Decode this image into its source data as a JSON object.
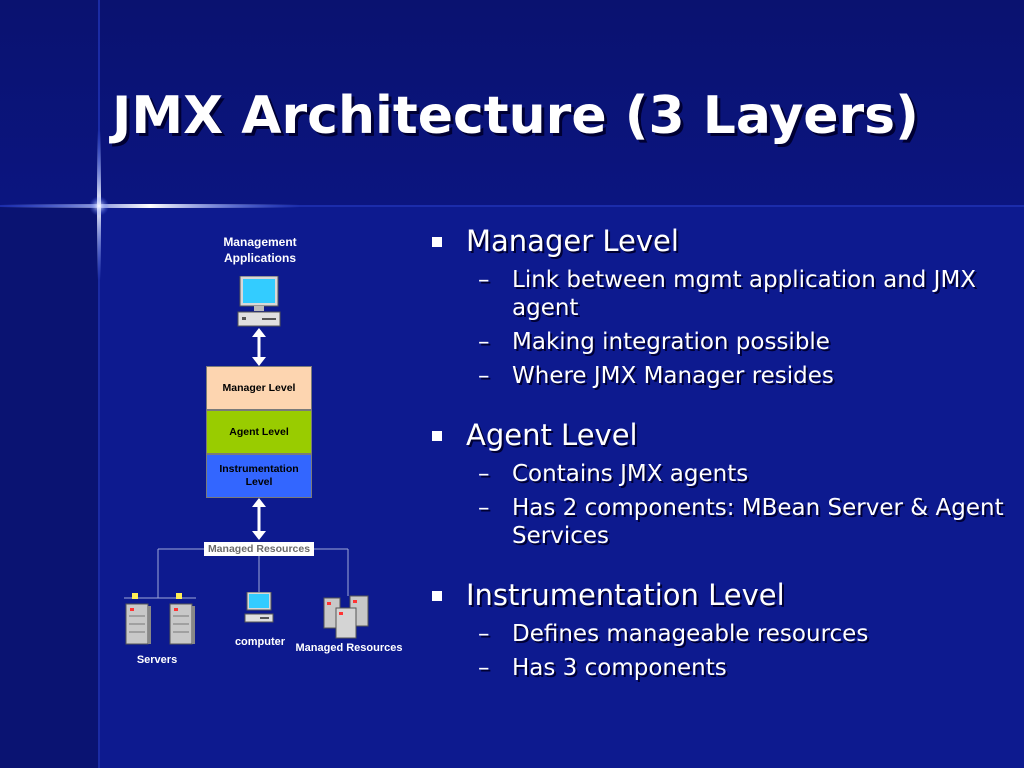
{
  "slide": {
    "title": "JMX Architecture (3 Layers)",
    "colors": {
      "background": "#0d1a8f",
      "manager_layer": "#fdd5b0",
      "agent_layer": "#99cc00",
      "instrumentation_layer": "#3366ff"
    },
    "sections": [
      {
        "heading": "Manager Level",
        "items": [
          "Link between mgmt application and JMX agent",
          "Making integration possible",
          "Where JMX Manager resides"
        ]
      },
      {
        "heading": "Agent Level",
        "items": [
          "Contains JMX agents",
          "Has 2 components: MBean Server & Agent Services"
        ]
      },
      {
        "heading": "Instrumentation Level",
        "items": [
          "Defines manageable resources",
          "Has 3 components"
        ]
      }
    ],
    "dash": "–"
  },
  "diagram": {
    "top_label": "Management Applications",
    "manager_layer": "Manager Level",
    "agent_layer": "Agent Level",
    "instrumentation_layer": "Instrumentation Level",
    "resources_box": "Managed Resources",
    "servers_label": "Servers",
    "computer_label": "computer",
    "managed_resources_label": "Managed Resources"
  }
}
